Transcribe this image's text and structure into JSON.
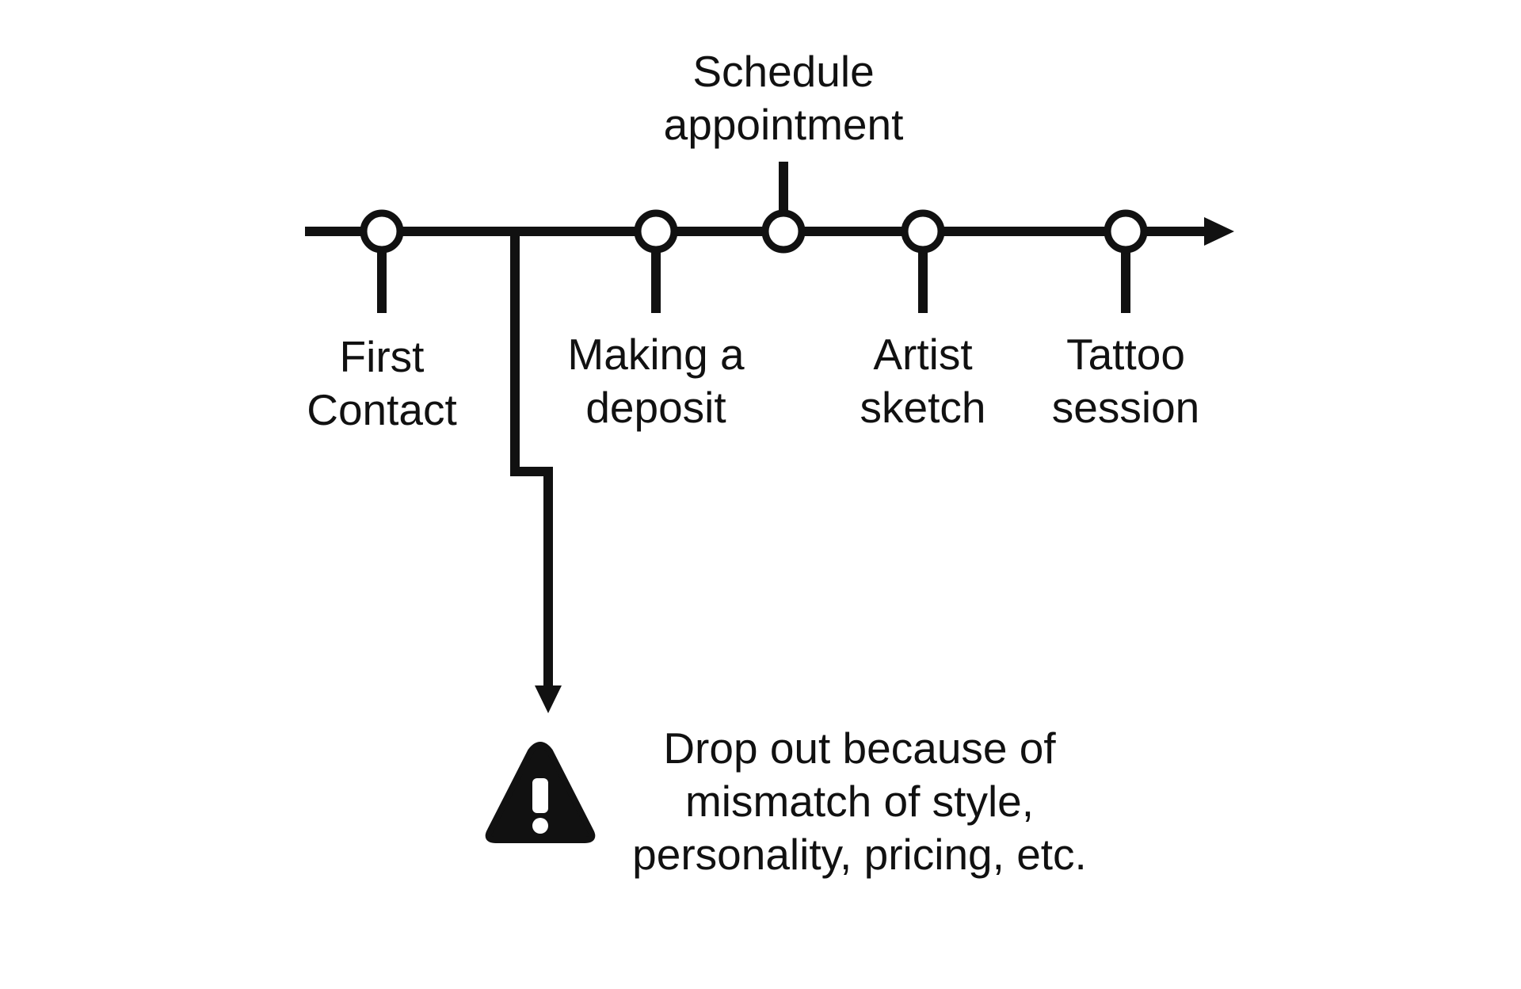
{
  "colors": {
    "ink": "#111111",
    "background": "#ffffff"
  },
  "timeline": {
    "stages": [
      {
        "line1": "First",
        "line2": "Contact"
      },
      {
        "line1": "Making a",
        "line2": "deposit"
      },
      {
        "line1": "Schedule",
        "line2": "appointment"
      },
      {
        "line1": "Artist",
        "line2": "sketch"
      },
      {
        "line1": "Tattoo",
        "line2": "session"
      }
    ]
  },
  "dropout": {
    "icon": "warning-triangle-icon",
    "line1": "Drop out because of",
    "line2": "mismatch of style,",
    "line3": "personality, pricing, etc."
  }
}
